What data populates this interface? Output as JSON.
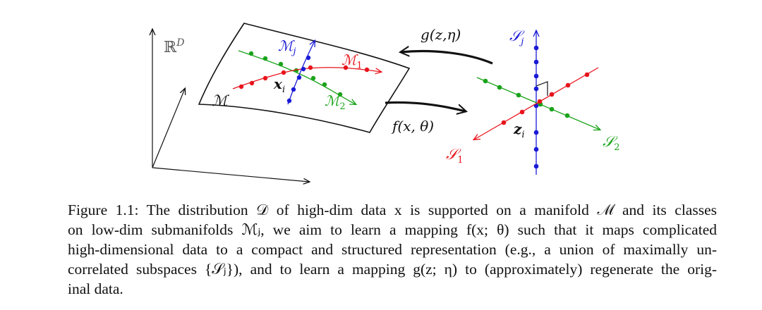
{
  "figure": {
    "space_label": "ℝ",
    "space_sup": "D",
    "manifold_label": "ℳ",
    "sub_j_label": "ℳ",
    "sub_j_sub": "j",
    "sub_1_label": "ℳ",
    "sub_1_sub": "1",
    "sub_2_label": "ℳ",
    "sub_2_sub": "2",
    "x_i_label": "x",
    "x_i_sub": "i",
    "g_label": "g(z,η)",
    "f_label": "f(x, θ)",
    "S_j_label": "𝒮",
    "S_j_sub": "j",
    "S_1_label": "𝒮",
    "S_1_sub": "1",
    "S_2_label": "𝒮",
    "S_2_sub": "2",
    "z_i_label": "z",
    "z_i_sub": "i",
    "colors": {
      "red": "#e8141c",
      "green": "#1aa31a",
      "blue": "#1a1ad6",
      "black": "#111111"
    }
  },
  "caption": {
    "line1": "Figure 1.1: The distribution 𝒟 of high-dim data x is supported on a manifold ℳ and its classes",
    "line2": "on low-dim submanifolds ℳⱼ, we aim to learn a mapping f(x; θ) such that it maps complicated",
    "line3": "high-dimensional data to a compact and structured representation (e.g., a union of maximally un-",
    "line4": "correlated subspaces {𝒮ⱼ}), and to learn a mapping g(z; η) to (approximately) regenerate the orig-",
    "line5": "inal data."
  }
}
